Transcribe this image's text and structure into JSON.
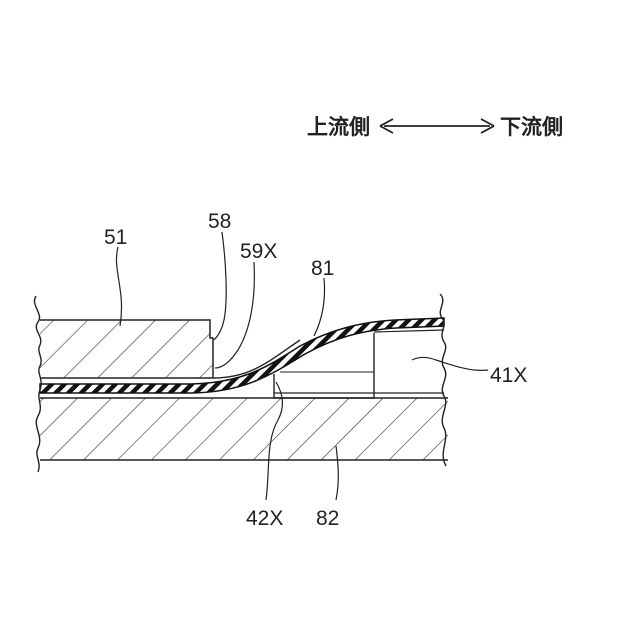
{
  "direction": {
    "upstream": "上流側",
    "downstream": "下流側"
  },
  "labels": {
    "l51": "51",
    "l58": "58",
    "l59x": "59X",
    "l81": "81",
    "l41x": "41X",
    "l42x": "42X",
    "l82": "82"
  }
}
